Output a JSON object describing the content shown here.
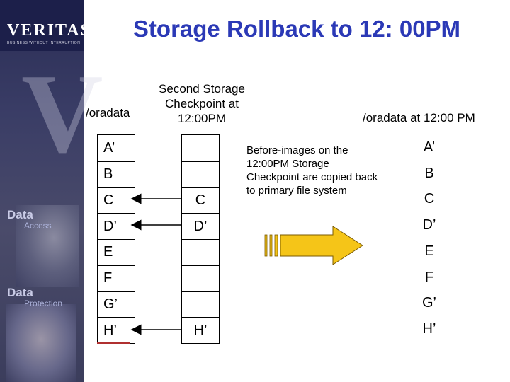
{
  "title": "Storage Rollback to 12: 00PM",
  "logo": {
    "name": "VERITAS",
    "tagline": "BUSINESS WITHOUT INTERRUPTION"
  },
  "sidebar": {
    "data_access": "Data",
    "access": "Access",
    "data_protection": "Data",
    "protection": "Protection"
  },
  "labels": {
    "left_fs": "/oradata",
    "checkpoint": "Second Storage Checkpoint at 12:00PM",
    "right_fs": "/oradata at 12:00 PM",
    "note": "Before-images on the 12:00PM Storage Checkpoint are copied back to primary file system"
  },
  "left_blocks": [
    "A’",
    "B",
    "C",
    "D’",
    "E",
    "F",
    "G’",
    "H’"
  ],
  "checkpoint_blocks": [
    "",
    "",
    "C",
    "D’",
    "",
    "",
    "",
    "H’"
  ],
  "right_blocks": [
    "A’",
    "B",
    "C",
    "D’",
    "E",
    "F",
    "G’",
    "H’"
  ],
  "colors": {
    "title": "#2b39b6",
    "arrow_fill": "#f5c518",
    "arrow_stroke": "#7a5a00",
    "accent_bar": "#2f2f8f"
  }
}
